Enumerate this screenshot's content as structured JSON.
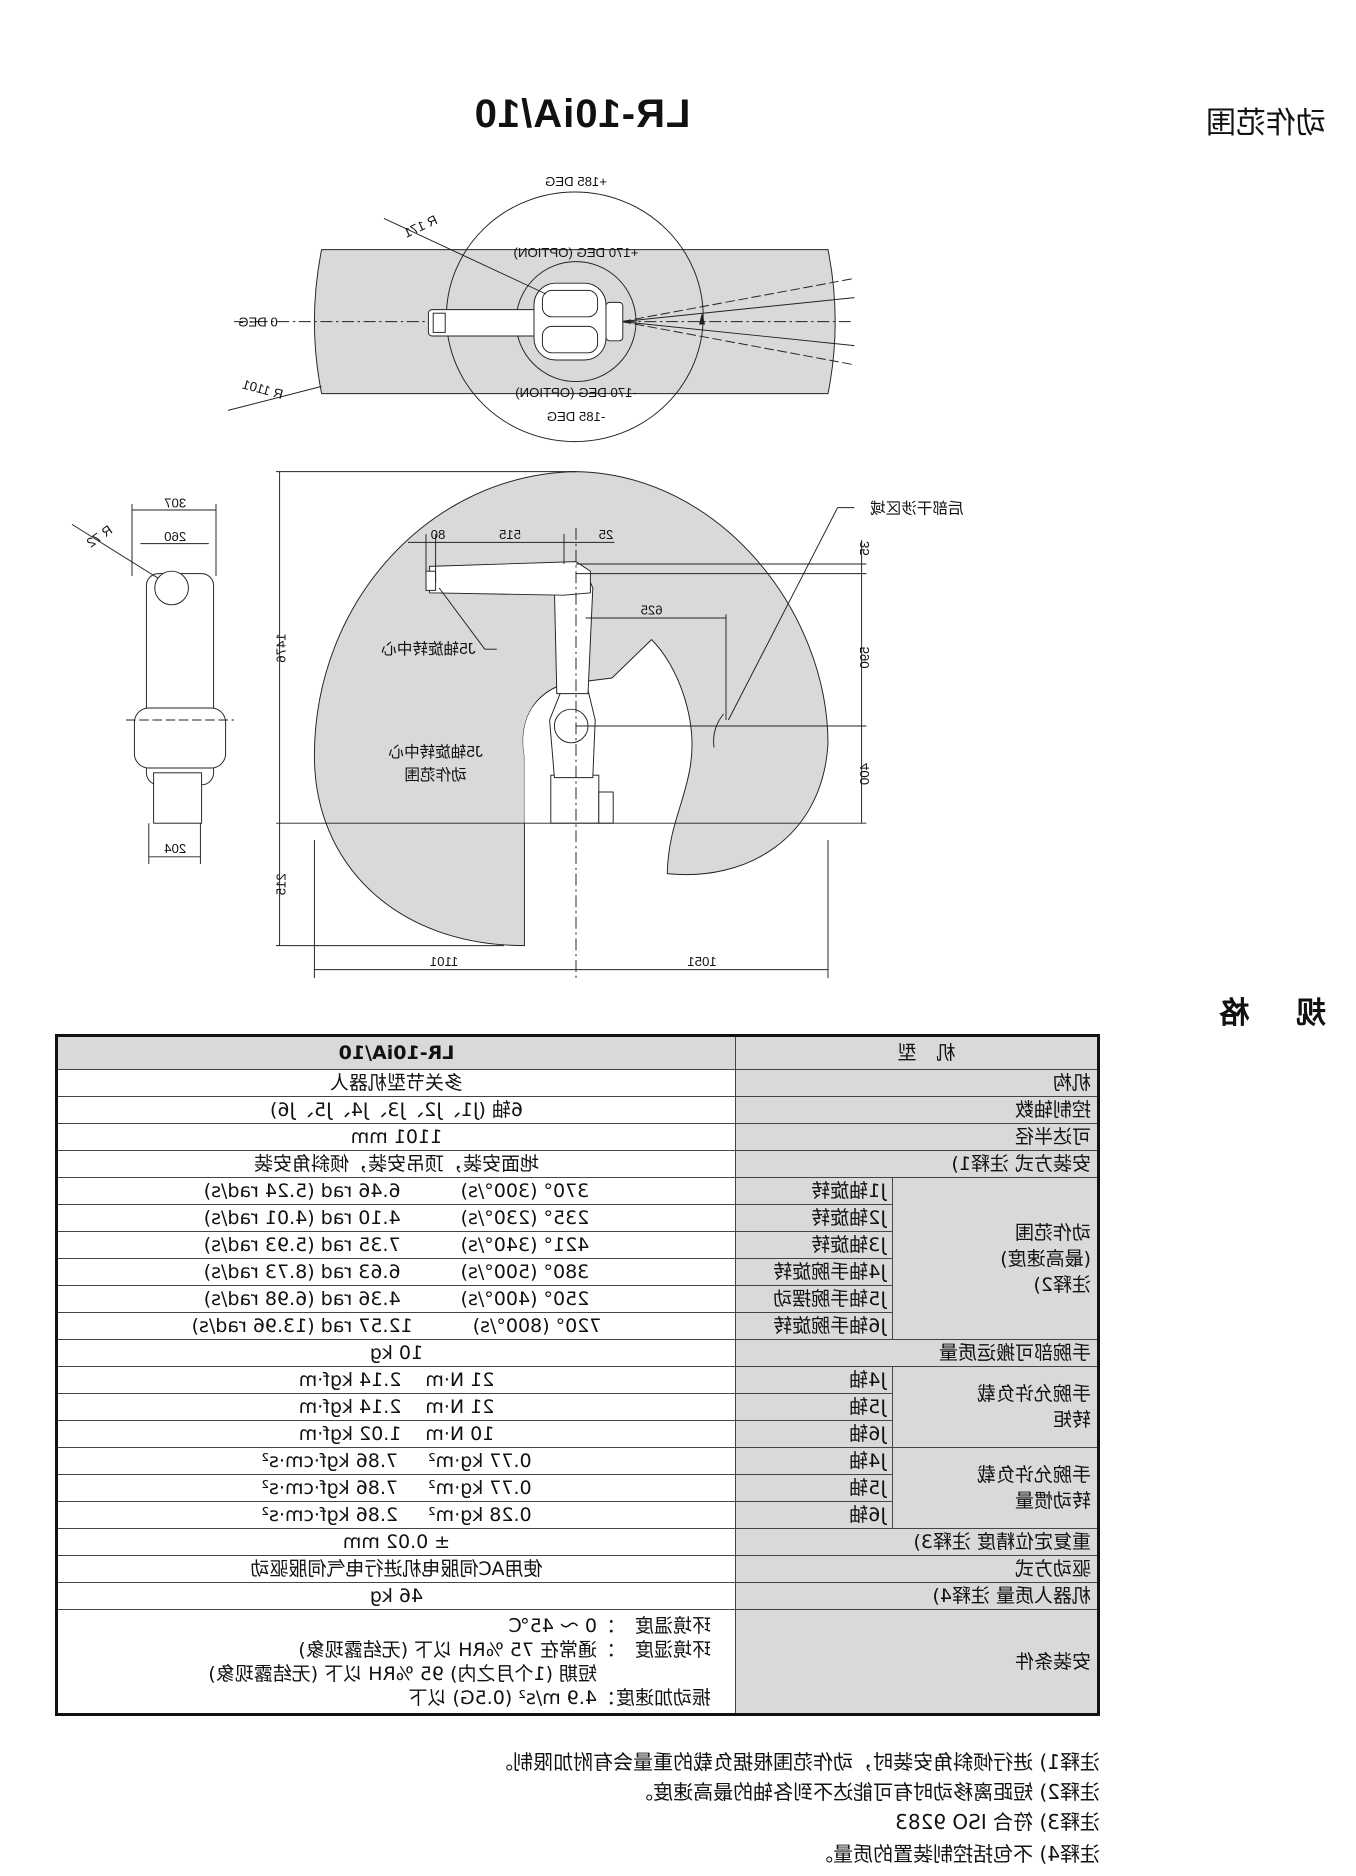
{
  "header": {
    "model_title": "LR-10iA/10",
    "section_range": "动作范围",
    "section_spec": "规 格"
  },
  "top_view": {
    "plus185": "+185 DEG",
    "plus170": "+170 DEG (OPTION)",
    "minus170": "-170 DEG (OPTION)",
    "minus185": "-185 DEG",
    "zero": "0 DEG",
    "r171": "R 171",
    "r1101": "R 1101"
  },
  "side_view": {
    "dim_1476": "1476",
    "dim_215": "215",
    "dim_35": "35",
    "dim_590": "590",
    "dim_400": "400",
    "dim_80": "80",
    "dim_515": "515",
    "dim_25": "25",
    "dim_625": "625",
    "dim_1101": "1101",
    "dim_1051": "1051",
    "rear_interference": "后部干涉区域",
    "j5_center": "J5轴旋转中心",
    "j5_range_line1": "J5轴旋转中心",
    "j5_range_line2": "动作范围"
  },
  "front_view": {
    "dim_307": "307",
    "dim_260": "260",
    "dim_204": "204",
    "r72": "R 72"
  },
  "spec_table": {
    "header_label": "机型",
    "header_value": "LR-10iA/10",
    "mechanism": {
      "label": "机构",
      "value": "多关节型机器人"
    },
    "axes": {
      "label": "控制轴数",
      "value": "6轴 (J1、J2、J3、J4、J5、J6)"
    },
    "reach": {
      "label": "可达半径",
      "value": "1101 mm"
    },
    "mounting": {
      "label": "安装方式 注释1)",
      "value": "地面安装，顶吊安装，倾斜角安装"
    },
    "motion": {
      "label_lines": [
        "动作范围",
        "(最高速度)",
        "注释2)"
      ],
      "rows": [
        {
          "axis": "J1轴旋转",
          "deg": "370° (300°/s)",
          "rad": "6.46 rad (5.24 rad/s)"
        },
        {
          "axis": "J2轴旋转",
          "deg": "235° (230°/s)",
          "rad": "4.10 rad (4.01 rad/s)"
        },
        {
          "axis": "J3轴旋转",
          "deg": "421° (340°/s)",
          "rad": "7.35 rad (5.93 rad/s)"
        },
        {
          "axis": "J4轴手腕旋转",
          "deg": "380° (500°/s)",
          "rad": "6.63 rad (8.73 rad/s)"
        },
        {
          "axis": "J5轴手腕摆动",
          "deg": "250° (400°/s)",
          "rad": "4.36 rad (6.98 rad/s)"
        },
        {
          "axis": "J6轴手腕旋转",
          "deg": "720° (800°/s)",
          "rad": "12.57 rad (13.96 rad/s)"
        }
      ]
    },
    "payload": {
      "label": "手腕部可搬运质量",
      "value": "10 kg"
    },
    "torque": {
      "label_lines": [
        "手腕允许负载",
        "转矩"
      ],
      "rows": [
        {
          "axis": "J4轴",
          "si": "21 N·m",
          "kgf": "2.14 kgf·m"
        },
        {
          "axis": "J5轴",
          "si": "21 N·m",
          "kgf": "2.14 kgf·m"
        },
        {
          "axis": "J6轴",
          "si": "10 N·m",
          "kgf": "1.02 kgf·m"
        }
      ]
    },
    "inertia": {
      "label_lines": [
        "手腕允许负载",
        "转动惯量"
      ],
      "rows": [
        {
          "axis": "J4轴",
          "si": "0.77 kg·m²",
          "kgf": "7.86 kgf·cm·s²"
        },
        {
          "axis": "J5轴",
          "si": "0.77 kg·m²",
          "kgf": "7.86 kgf·cm·s²"
        },
        {
          "axis": "J6轴",
          "si": "0.28 kg·m²",
          "kgf": "2.86 kgf·cm·s²"
        }
      ]
    },
    "repeatability": {
      "label": "重复定位精度 注释3)",
      "value": "± 0.02 mm"
    },
    "drive": {
      "label": "驱动方式",
      "value": "使用AC伺服电机进行电气伺服驱动"
    },
    "mass": {
      "label": "机器人质量 注释4)",
      "value": "46 kg"
    },
    "environment": {
      "label": "安装条件",
      "lines": [
        "环境温度　：0 ～ 45℃",
        "环境湿度　：通常在 75 %RH 以下 (无结露现象)",
        "　　　　　　短期 (1个月之内) 95 %RH 以下 (无结露现象)",
        "振动加速度：4.9 m/s² (0.5G) 以下"
      ]
    }
  },
  "notes": [
    "注释1) 进行倾斜角安装时，动作范围根据负载的重量会有附加限制。",
    "注释2) 短距离移动时有可能达不到各轴的最高速度。",
    "注释3) 符合 ISO 9283",
    "注释4) 不包括控制装置的质量。"
  ]
}
